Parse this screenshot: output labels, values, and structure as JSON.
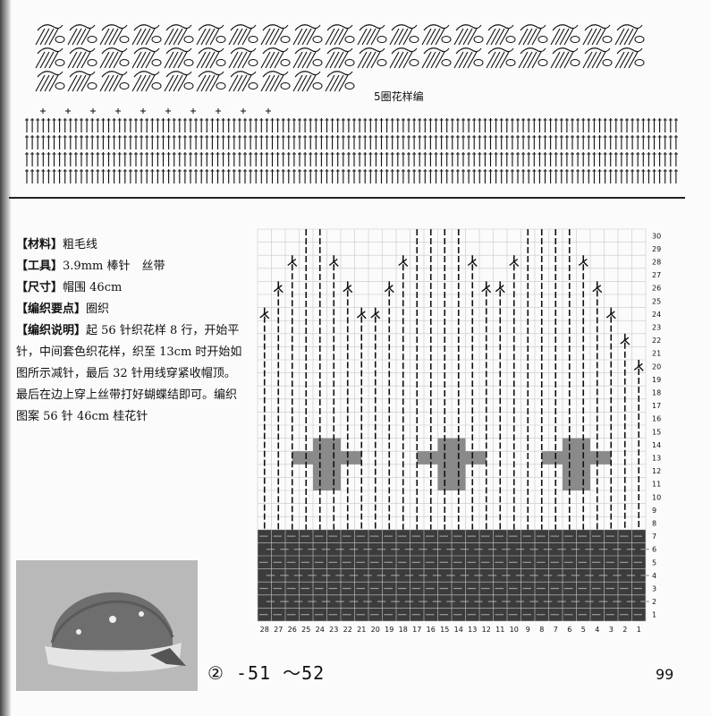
{
  "top_chart": {
    "label": "5圈花样编"
  },
  "info": {
    "material": {
      "label": "【材料】",
      "value": "粗毛线"
    },
    "tools": {
      "label": "【工具】",
      "value": "3.9mm 棒针　丝带"
    },
    "size": {
      "label": "【尺寸】",
      "value": "帽围 46cm"
    },
    "key_points": {
      "label": "【编织要点】",
      "value": "圈织"
    },
    "instructions": {
      "label": "【编织说明】",
      "value": "起 56 针织花样 8 行，开始平针，中间套色织花样，织至 13cm 时开始如图所示减针，最后 32 针用线穿紧收帽顶。最后在边上穿上丝带打好蝴蝶结即可。编织图案 56 针 46cm 桂花针"
    }
  },
  "pattern_ref": "② -51 ～52",
  "page_number": "99",
  "chart_data": {
    "type": "table",
    "columns": [
      "28",
      "27",
      "26",
      "25",
      "24",
      "23",
      "22",
      "21",
      "20",
      "19",
      "18",
      "17",
      "16",
      "15",
      "14",
      "13",
      "12",
      "11",
      "10",
      "9",
      "8",
      "7",
      "6",
      "5",
      "4",
      "3",
      "2",
      "1"
    ],
    "rows": [
      "1",
      "2",
      "3",
      "4",
      "5",
      "6",
      "7",
      "8",
      "9",
      "10",
      "11",
      "12",
      "13",
      "14",
      "15",
      "16",
      "17",
      "18",
      "19",
      "20",
      "21",
      "22",
      "23",
      "24",
      "25",
      "26",
      "27",
      "28",
      "29",
      "30"
    ],
    "seed_stitch_rows": [
      1,
      7
    ],
    "colour_motif_rows": [
      11,
      14
    ],
    "colours": {
      "seed_band": "#3c3c3c",
      "motif": "#8a8a8a",
      "grid": "#c8c8c8",
      "stitch": "#111111"
    }
  }
}
